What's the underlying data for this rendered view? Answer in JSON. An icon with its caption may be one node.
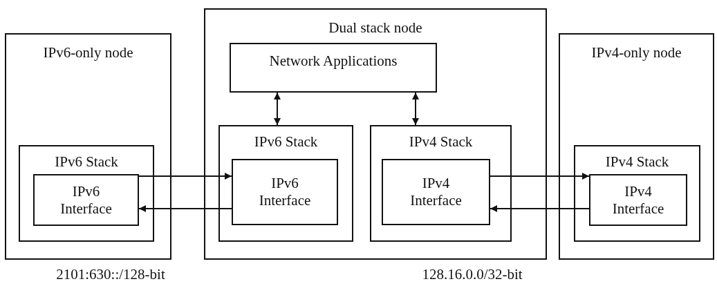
{
  "diagram": {
    "nodes": [
      {
        "text": [
          "IPv6-only node"
        ]
      },
      {
        "text": [
          "IPv6 Stack"
        ],
        "in": 0
      },
      {
        "text": [
          "IPv6 Interface"
        ],
        "in": 1
      },
      {
        "text": [
          "Dual stack node"
        ]
      },
      {
        "text": [
          "Network Applications"
        ],
        "in": 3
      },
      {
        "text": [
          "IPv6 Stack"
        ],
        "in": 3
      },
      {
        "text": [
          "IPv6 Interface"
        ],
        "in": 5
      },
      {
        "text": [
          "IPv4 Stack"
        ],
        "in": 3
      },
      {
        "text": [
          "IPv4 Interface"
        ],
        "in": 7
      },
      {
        "text": [
          "IPv4-only node"
        ]
      },
      {
        "text": [
          "IPv4 Stack"
        ],
        "in": 9
      },
      {
        "text": [
          "IPv4 Interface"
        ],
        "in": 10
      }
    ],
    "edges": [
      {
        "from": 2,
        "to": 6,
        "arrow": "to"
      },
      {
        "from": 6,
        "to": 2,
        "arrow": "to"
      },
      {
        "from": 4,
        "to": 5,
        "arrow": "both"
      },
      {
        "from": 4,
        "to": 7,
        "arrow": "both"
      },
      {
        "from": 8,
        "to": 11,
        "arrow": "to"
      },
      {
        "from": 11,
        "to": 8,
        "arrow": "to"
      }
    ],
    "labels": [
      "2101:630::/128-bit",
      "128.16.0.0/32-bit"
    ]
  }
}
